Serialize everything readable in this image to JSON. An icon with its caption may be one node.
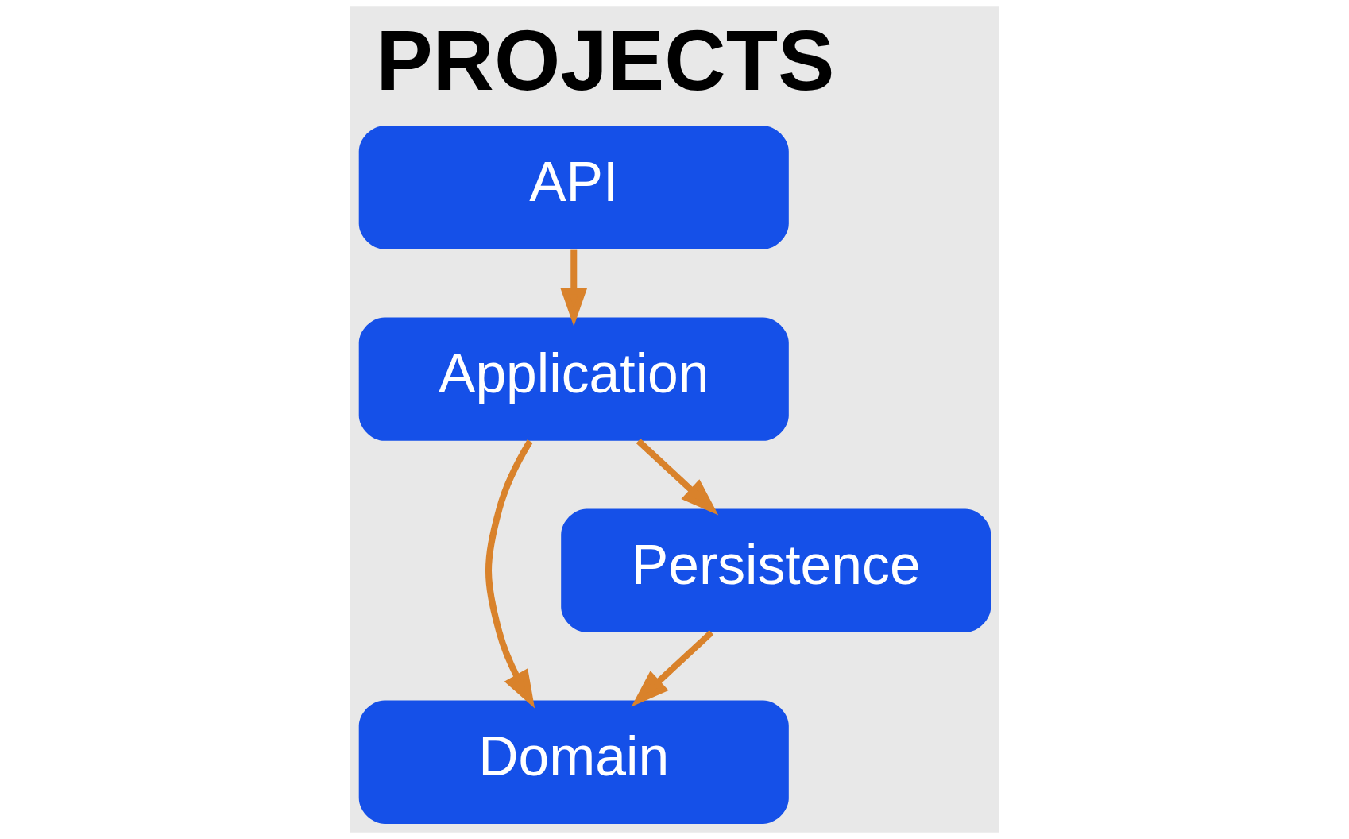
{
  "diagram": {
    "title": "PROJECTS",
    "nodes": [
      {
        "text": [
          "API"
        ]
      },
      {
        "text": [
          "Application"
        ]
      },
      {
        "text": [
          "Domain"
        ]
      },
      {
        "text": [
          "Persistence"
        ]
      }
    ],
    "edges": [
      {
        "from": 0,
        "to": 1,
        "arrow": "to"
      },
      {
        "from": 1,
        "to": 2,
        "arrow": "to"
      },
      {
        "from": 1,
        "to": 3,
        "arrow": "to"
      },
      {
        "from": 3,
        "to": 2,
        "arrow": "to"
      }
    ]
  }
}
